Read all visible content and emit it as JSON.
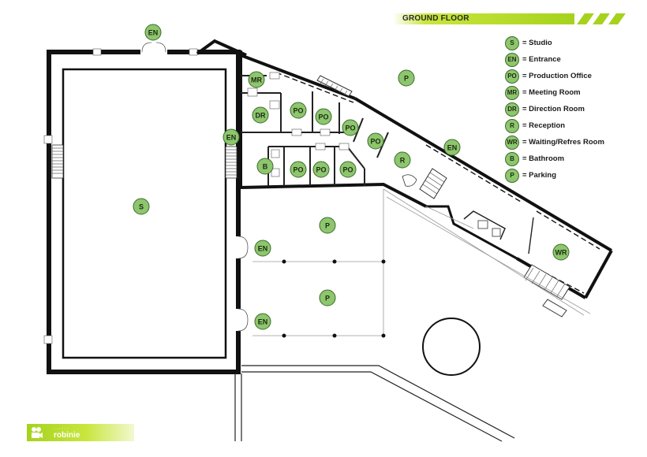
{
  "header": {
    "title": "GROUND FLOOR",
    "accent_color": "#a6d21e"
  },
  "legend": {
    "items": [
      {
        "code": "S",
        "label": "= Studio"
      },
      {
        "code": "EN",
        "label": "= Entrance"
      },
      {
        "code": "PO",
        "label": "= Production Office"
      },
      {
        "code": "MR",
        "label": "= Meeting Room"
      },
      {
        "code": "DR",
        "label": "= Direction Room"
      },
      {
        "code": "R",
        "label": "= Reception"
      },
      {
        "code": "WR",
        "label": "= Waiting/Refres Room"
      },
      {
        "code": "B",
        "label": "= Bathroom"
      },
      {
        "code": "P",
        "label": "= Parking"
      }
    ]
  },
  "room_labels": {
    "en_top": "EN",
    "mr": "MR",
    "p_top": "P",
    "dr": "DR",
    "po1": "PO",
    "po2": "PO",
    "po3": "PO",
    "po4": "PO",
    "po5": "PO",
    "po6": "PO",
    "po7": "PO",
    "en_mid": "EN",
    "en_right": "EN",
    "r": "R",
    "b": "B",
    "s": "S",
    "p_mid": "P",
    "en_low1": "EN",
    "p_low": "P",
    "en_low2": "EN",
    "wr": "WR"
  },
  "logo": {
    "text": "robinie",
    "icon": "film-camera-icon"
  },
  "colors": {
    "badge_fill": "#8dc66d",
    "badge_stroke": "#3d6b2e",
    "wall": "#111111"
  }
}
